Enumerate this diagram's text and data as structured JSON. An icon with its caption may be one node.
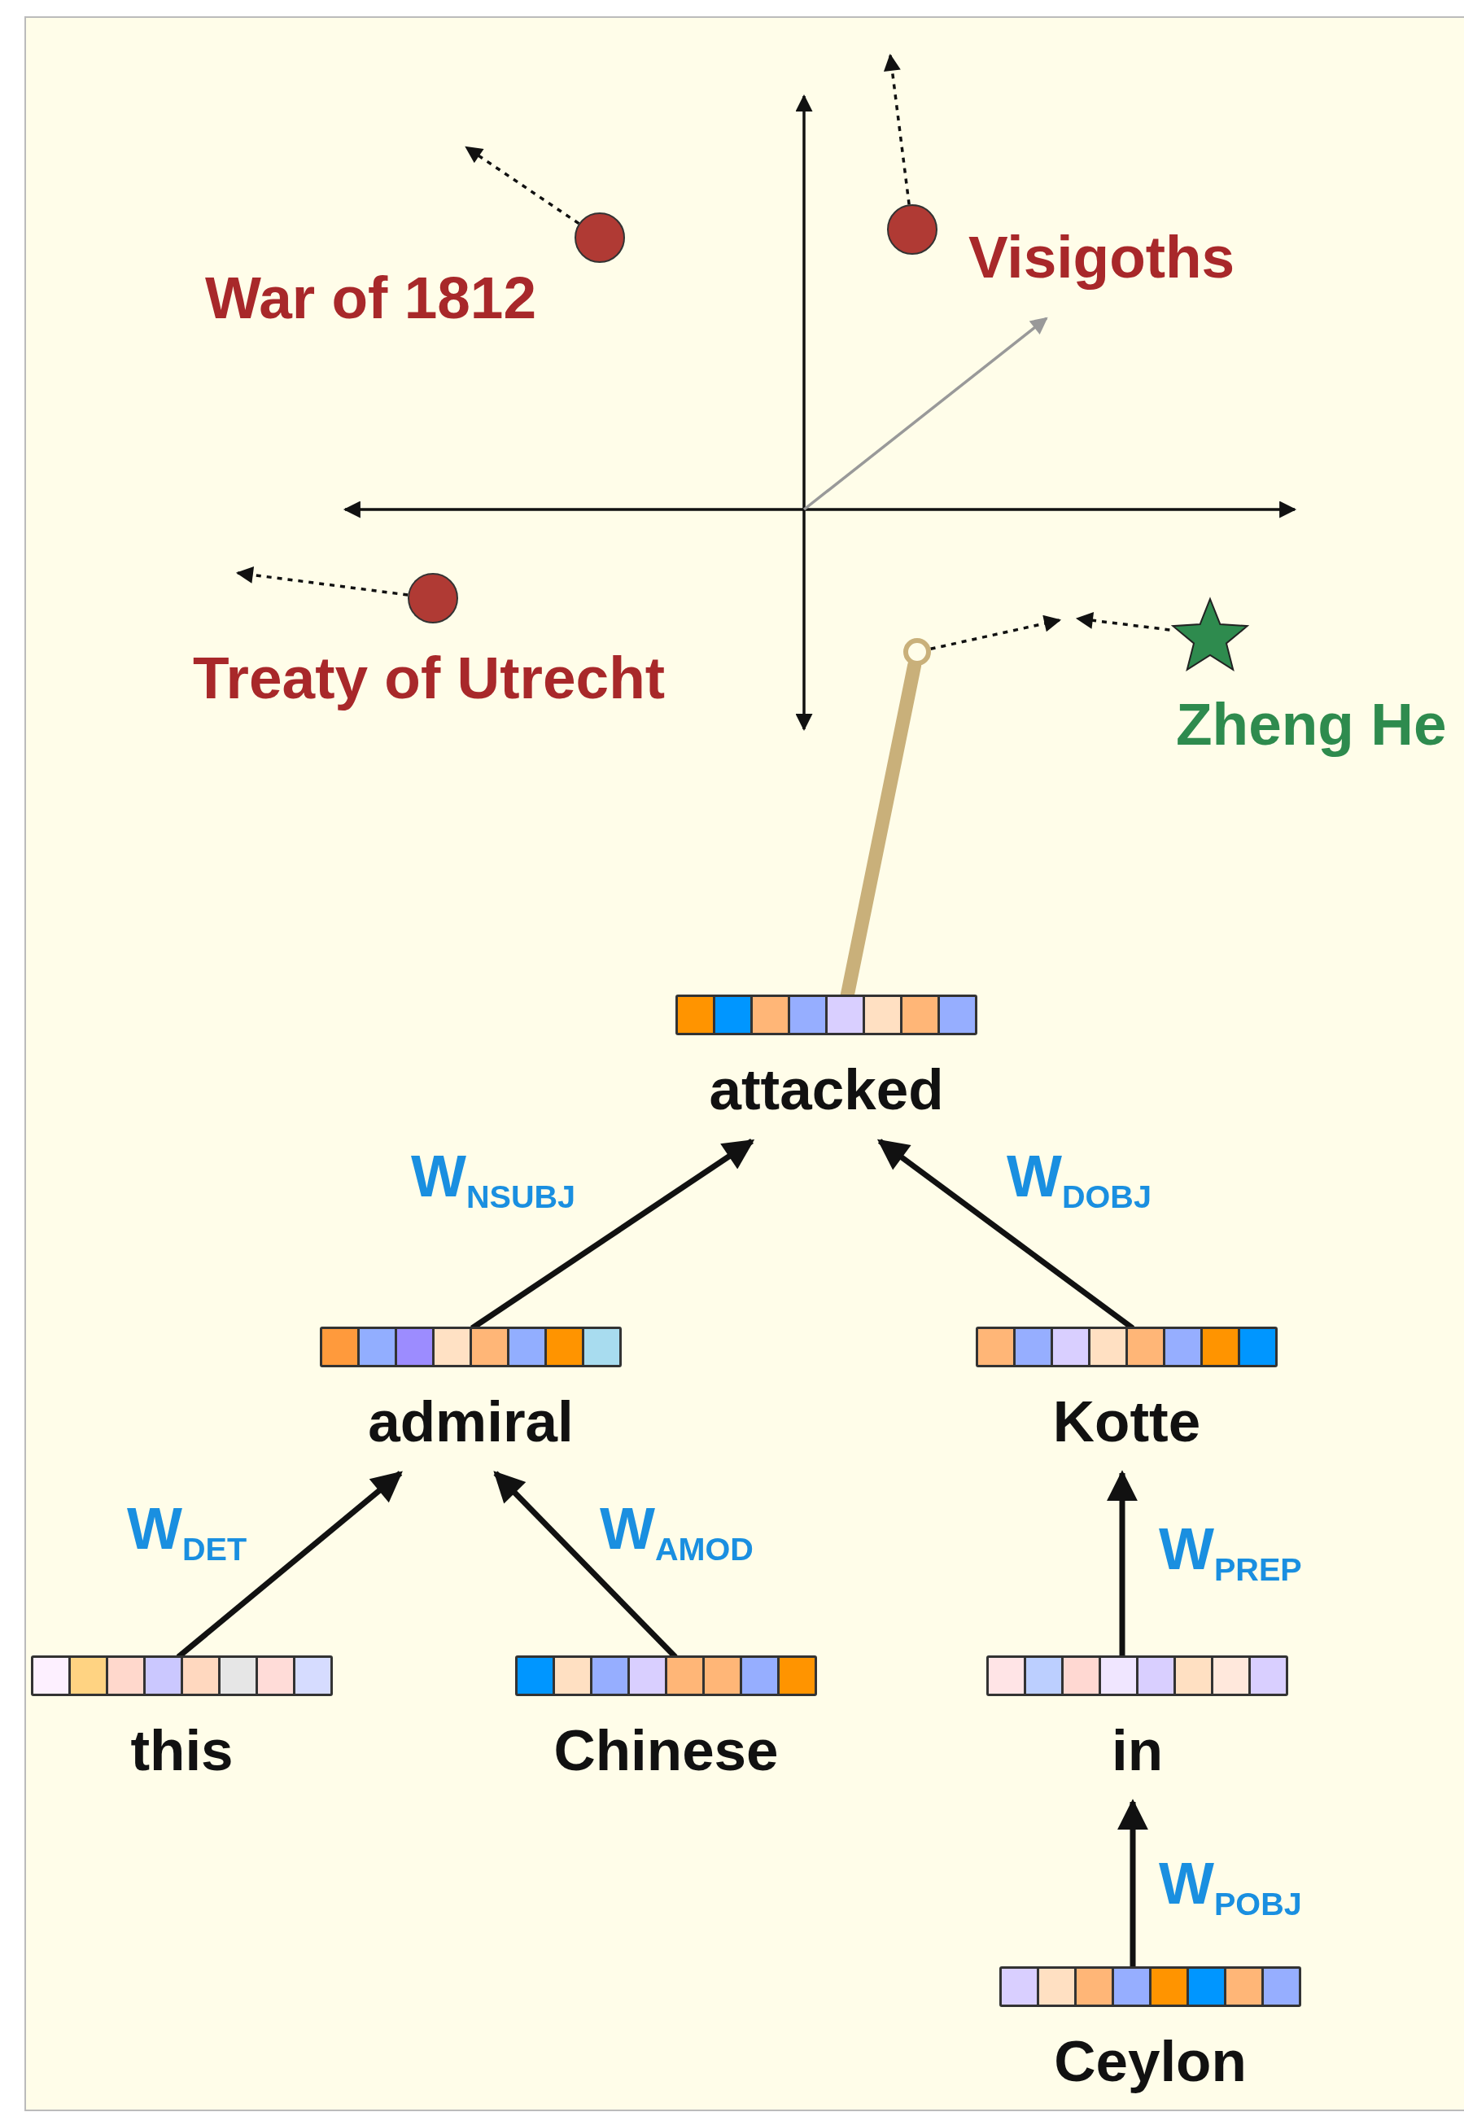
{
  "diagram": {
    "nodes": [
      {
        "text": [],
        "shape": "circle",
        "beside": [
          "War of 1812"
        ]
      },
      {
        "text": [],
        "shape": "circle",
        "beside": [
          "Visigoths"
        ]
      },
      {
        "text": [],
        "shape": "circle",
        "beside": [
          "Treaty of Utrecht"
        ]
      },
      {
        "text": [],
        "shape": "star",
        "beside": [
          "Zheng He"
        ]
      },
      {
        "text": [],
        "shape": "circle"
      },
      {
        "text": [
          "attacked"
        ]
      },
      {
        "text": [
          "admiral"
        ]
      },
      {
        "text": [
          "Kotte"
        ]
      },
      {
        "text": [
          "this"
        ]
      },
      {
        "text": [
          "Chinese"
        ]
      },
      {
        "text": [
          "in"
        ]
      },
      {
        "text": [
          "Ceylon"
        ]
      }
    ],
    "edges": [
      {
        "from": 0,
        "to": null,
        "arrow": "to",
        "style": "dashed"
      },
      {
        "from": 1,
        "to": null,
        "arrow": "to",
        "style": "dashed"
      },
      {
        "from": 2,
        "to": null,
        "arrow": "to",
        "style": "dashed"
      },
      {
        "from": 3,
        "to": null,
        "arrow": "to",
        "style": "dashed"
      },
      {
        "from": 4,
        "to": null,
        "arrow": "to",
        "style": "dashed"
      },
      {
        "from": 5,
        "to": 4,
        "arrow": "none",
        "style": "thick",
        "color": "#c9b07a"
      },
      {
        "from": 6,
        "to": 5,
        "arrow": "to",
        "label": "W$_{NSUBJ}$"
      },
      {
        "from": 7,
        "to": 5,
        "arrow": "to",
        "label": "W$_{DOBJ}$"
      },
      {
        "from": 8,
        "to": 6,
        "arrow": "to",
        "label": "W$_{DET}$"
      },
      {
        "from": 9,
        "to": 6,
        "arrow": "to",
        "label": "W$_{AMOD}$"
      },
      {
        "from": 10,
        "to": 7,
        "arrow": "to",
        "label": "W$_{PREP}$"
      },
      {
        "from": 11,
        "to": 10,
        "arrow": "to",
        "label": "W$_{POBJ}$"
      }
    ]
  }
}
